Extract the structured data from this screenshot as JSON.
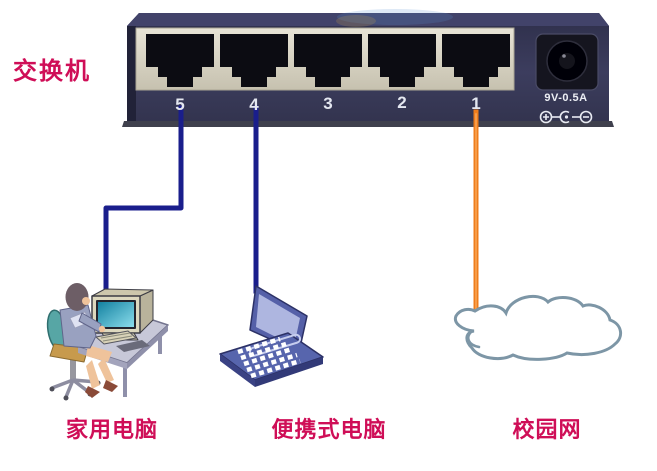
{
  "diagram": {
    "title": "交换机",
    "switch": {
      "ports": [
        {
          "number": "5"
        },
        {
          "number": "4"
        },
        {
          "number": "3"
        },
        {
          "number": "2"
        },
        {
          "number": "1"
        }
      ],
      "power_rating": "9V-0.5A"
    },
    "devices": [
      {
        "id": "desktop-pc",
        "label": "家用电脑",
        "connected_port": "5"
      },
      {
        "id": "laptop",
        "label": "便携式电脑",
        "connected_port": "4"
      },
      {
        "id": "campus-network",
        "label": "校园网",
        "connected_port": "1"
      }
    ],
    "colors": {
      "label_text": "#cf0e57",
      "switch_body": "#343552",
      "port_panel": "#d8d3c2",
      "cable_navy": "#1a1e8c",
      "cable_orange": "#ef7d1c",
      "cloud_outline": "#7d96a6"
    }
  }
}
